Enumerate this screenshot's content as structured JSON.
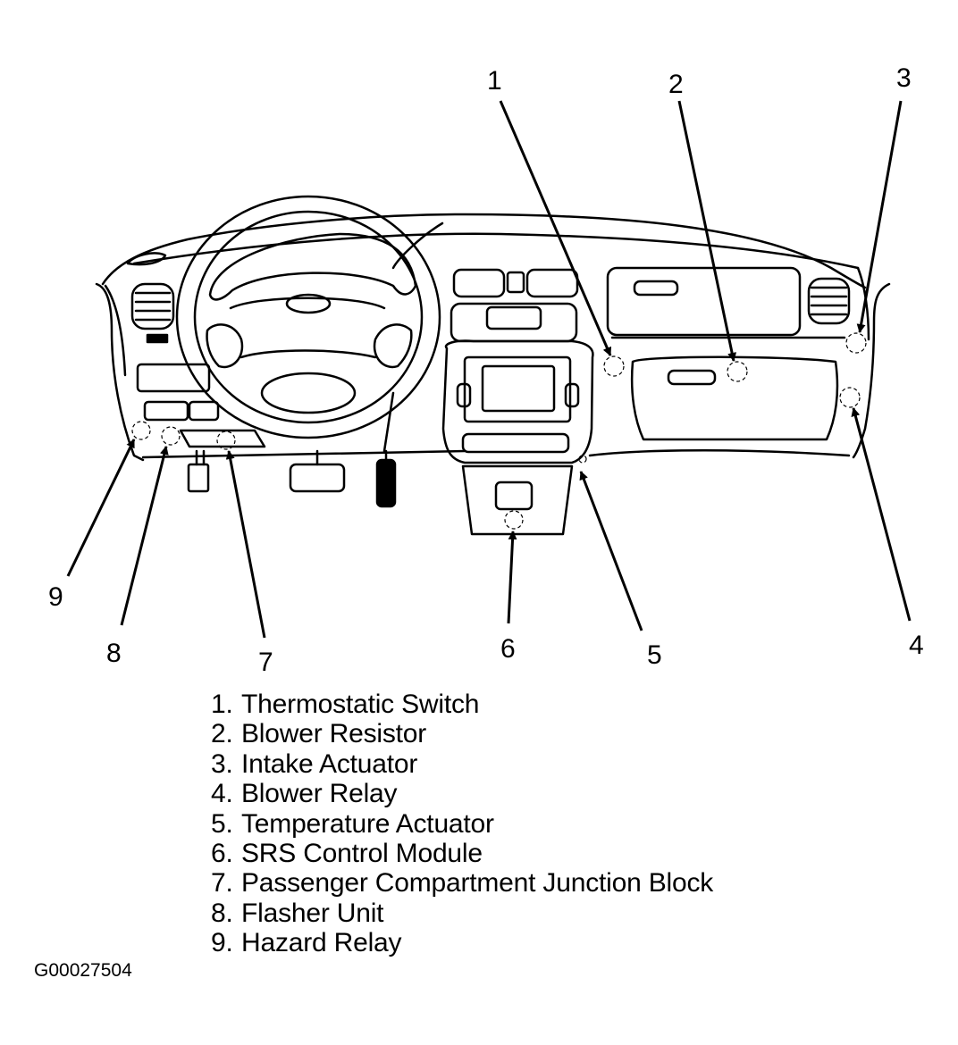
{
  "diagram": {
    "subject": "Instrument panel component locations",
    "callouts": [
      {
        "number": "1",
        "label": "Thermostatic Switch"
      },
      {
        "number": "2",
        "label": "Blower Resistor"
      },
      {
        "number": "3",
        "label": "Intake Actuator"
      },
      {
        "number": "4",
        "label": "Blower Relay"
      },
      {
        "number": "5",
        "label": "Temperature Actuator"
      },
      {
        "number": "6",
        "label": "SRS Control Module"
      },
      {
        "number": "7",
        "label": "Passenger Compartment Junction Block"
      },
      {
        "number": "8",
        "label": "Flasher Unit"
      },
      {
        "number": "9",
        "label": "Hazard Relay"
      }
    ]
  },
  "legend": {
    "items": [
      {
        "num": "1.",
        "text": "Thermostatic Switch"
      },
      {
        "num": "2.",
        "text": "Blower Resistor"
      },
      {
        "num": "3.",
        "text": "Intake Actuator"
      },
      {
        "num": "4.",
        "text": "Blower Relay"
      },
      {
        "num": "5.",
        "text": "Temperature Actuator"
      },
      {
        "num": "6.",
        "text": "SRS Control Module"
      },
      {
        "num": "7.",
        "text": "Passenger Compartment Junction Block"
      },
      {
        "num": "8.",
        "text": "Flasher Unit"
      },
      {
        "num": "9.",
        "text": "Hazard Relay"
      }
    ]
  },
  "figure_id": "G00027504"
}
